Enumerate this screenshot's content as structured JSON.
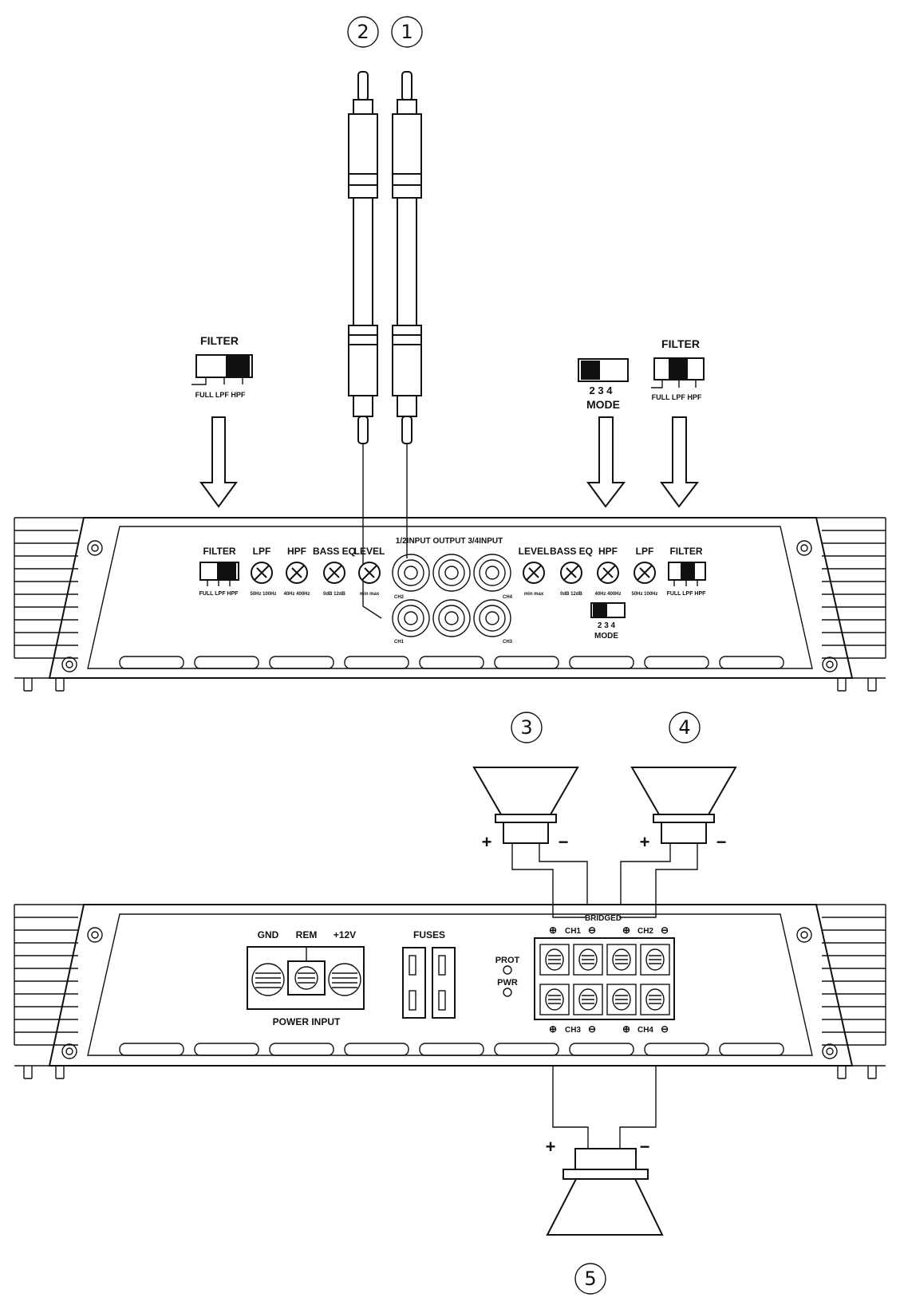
{
  "callouts": {
    "n1": "1",
    "n2": "2",
    "n3": "3",
    "n4": "4",
    "n5": "5"
  },
  "top_switches": {
    "left_filter": {
      "title": "FILTER",
      "options": "FULL LPF HPF"
    },
    "mode": {
      "numbers": "2 3 4",
      "title": "MODE"
    },
    "right_filter": {
      "title": "FILTER",
      "options": "FULL LPF HPF"
    }
  },
  "control_panel": {
    "left": {
      "filter": "FILTER",
      "filter_options": "FULL LPF HPF",
      "lpf": "LPF",
      "lpf_range": "50Hz 100Hz",
      "hpf": "HPF",
      "hpf_range": "40Hz 400Hz",
      "bass_eq": "BASS EQ",
      "bass_range": "0dB 12dB",
      "level": "LEVEL",
      "level_range": "min max"
    },
    "inputs_title": "1/2INPUT OUTPUT 3/4INPUT",
    "jack_labels": {
      "ch2": "CH2",
      "ch1": "CH1",
      "ch4": "CH4",
      "ch3": "CH3"
    },
    "right": {
      "level": "LEVEL",
      "level_range": "min max",
      "bass_eq": "BASS EQ",
      "bass_range": "0dB 12dB",
      "hpf": "HPF",
      "hpf_range": "40Hz 400Hz",
      "lpf": "LPF",
      "lpf_range": "50Hz 100Hz",
      "filter": "FILTER",
      "filter_options": "FULL LPF HPF",
      "mode_numbers": "2 3 4",
      "mode": "MODE"
    }
  },
  "power_panel": {
    "gnd": "GND",
    "rem": "REM",
    "plus12v": "+12V",
    "power_input": "POWER INPUT",
    "fuses": "FUSES",
    "prot": "PROT",
    "pwr": "PWR",
    "bridged": "BRIDGED",
    "ch1": "CH1",
    "ch2": "CH2",
    "ch3": "CH3",
    "ch4": "CH4"
  },
  "speaker_polarity": {
    "plus": "+",
    "minus": "−"
  }
}
